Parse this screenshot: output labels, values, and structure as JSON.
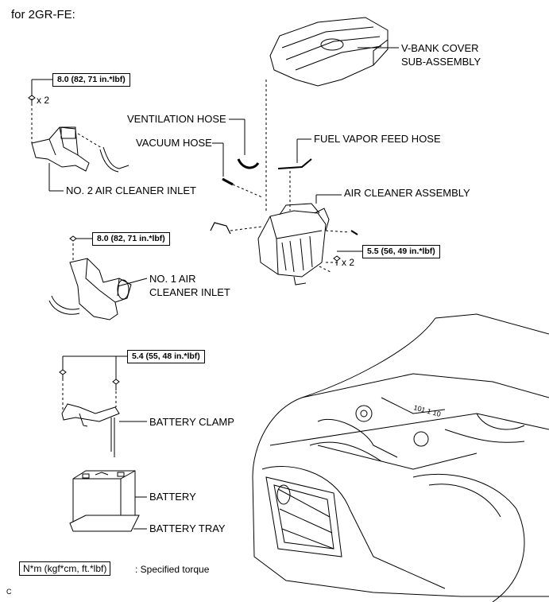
{
  "title": "for 2GR-FE:",
  "labels": {
    "vbank_cover": "V-BANK COVER",
    "vbank_cover_2": "SUB-ASSEMBLY",
    "ventilation_hose": "VENTILATION HOSE",
    "vacuum_hose": "VACUUM HOSE",
    "fuel_vapor_feed_hose": "FUEL VAPOR FEED HOSE",
    "no2_air_cleaner_inlet": "NO. 2 AIR CLEANER INLET",
    "air_cleaner_assembly": "AIR CLEANER ASSEMBLY",
    "no1_air_cleaner_inlet_1": "NO. 1 AIR",
    "no1_air_cleaner_inlet_2": "CLEANER INLET",
    "battery_clamp": "BATTERY CLAMP",
    "battery": "BATTERY",
    "battery_tray": "BATTERY TRAY"
  },
  "torques": {
    "no2_inlet": "8.0 (82, 71 in.*lbf)",
    "no1_inlet": "8.0 (82, 71 in.*lbf)",
    "air_cleaner": "5.5 (56, 49 in.*lbf)",
    "battery_clamp": "5.4 (55, 48 in.*lbf)"
  },
  "quantities": {
    "no2_inlet_bolts": "x 2",
    "air_cleaner_bolts": "x 2"
  },
  "legend": {
    "unit_box": "N*m (kgf*cm, ft.*lbf)",
    "description": ": Specified torque"
  },
  "corner_code": "C"
}
